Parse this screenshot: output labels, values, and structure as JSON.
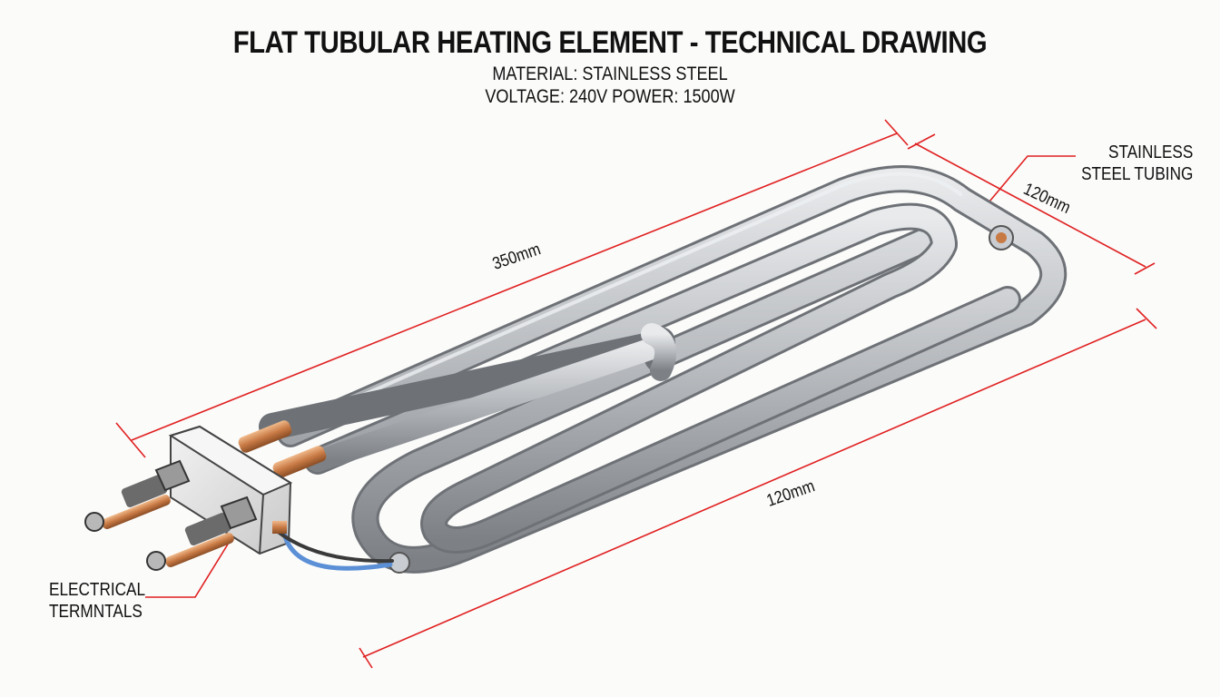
{
  "header": {
    "title": "FLAT TUBULAR HEATING ELEMENT - TECHNICAL DRAWING",
    "material": "MATERIAL: STAINLESS STEEL",
    "ratings": "VOLTAGE: 240V  POWER: 1500W"
  },
  "callouts": {
    "tubing_line1": "STAINLESS",
    "tubing_line2": "STEEL TUBING",
    "terminals_line1": "ELECTRICAL",
    "terminals_line2": "TERMNTALS"
  },
  "dimensions": {
    "length": "350mm",
    "width": "120mm",
    "length_bottom": "120mm"
  },
  "colors": {
    "dimension_line": "#e02020",
    "tube": "#b9bcc0",
    "copper": "#c87a45",
    "wire_blue": "#5b8fd6",
    "wire_black": "#3a3a3a"
  }
}
